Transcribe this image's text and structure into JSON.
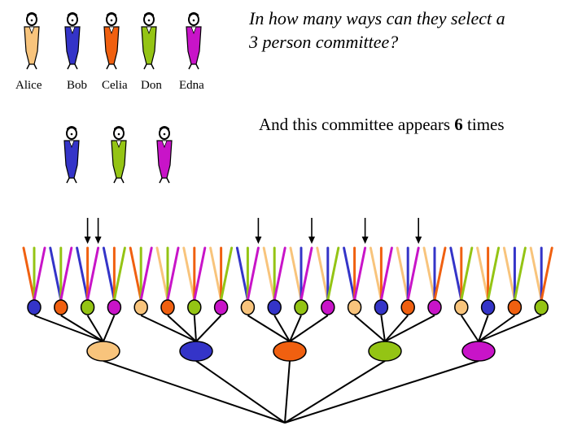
{
  "question_line1": "In how many ways can they select a",
  "question_line2": "3 person committee?",
  "note_text": "And this  committee appears",
  "note_count": "6",
  "note_suffix": "times",
  "people": [
    {
      "name": "Alice",
      "color": "#f8c47c"
    },
    {
      "name": "Bob",
      "color": "#3434c8"
    },
    {
      "name": "Celia",
      "color": "#f06010"
    },
    {
      "name": "Don",
      "color": "#94c414"
    },
    {
      "name": "Edna",
      "color": "#c814c8"
    }
  ],
  "committee_shown": [
    "Bob",
    "Don",
    "Edna"
  ],
  "tree": {
    "first_level": [
      "Alice",
      "Bob",
      "Celia",
      "Don",
      "Edna"
    ],
    "second_level": [
      [
        "Bob",
        "Celia",
        "Don",
        "Edna"
      ],
      [
        "Alice",
        "Celia",
        "Don",
        "Edna"
      ],
      [
        "Alice",
        "Bob",
        "Don",
        "Edna"
      ],
      [
        "Alice",
        "Bob",
        "Celia",
        "Edna"
      ],
      [
        "Alice",
        "Bob",
        "Celia",
        "Don"
      ]
    ],
    "marked_branch_indices": [
      7,
      8,
      26,
      32,
      38,
      44
    ]
  }
}
